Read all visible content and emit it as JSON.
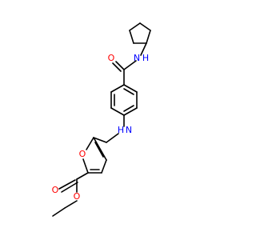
{
  "atoms": {
    "amide_n": {
      "symbol": "N",
      "hydrogen": "H",
      "color": "#0000ff"
    },
    "amide_o": {
      "symbol": "O",
      "color": "#ff0000"
    },
    "amine_n": {
      "symbol": "N",
      "hydrogen": "H",
      "color": "#0000ff"
    },
    "furan_o": {
      "symbol": "O",
      "color": "#ff0000"
    },
    "ester_carbonyl_o": {
      "symbol": "O",
      "color": "#ff0000"
    },
    "ester_o": {
      "symbol": "O",
      "color": "#ff0000"
    }
  },
  "colors": {
    "bond": "#000000",
    "background": "#ffffff"
  }
}
